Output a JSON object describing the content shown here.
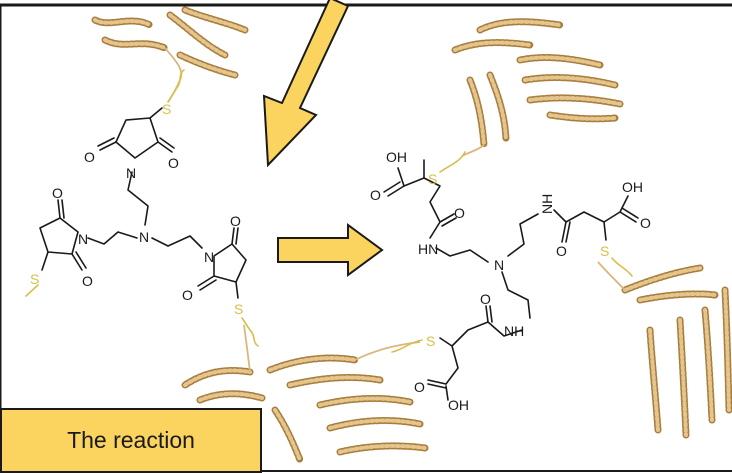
{
  "caption": "The reaction",
  "colors": {
    "frame": "#1a1a1a",
    "arrow_fill": "#fbd35f",
    "caption_bg": "#fbd35f",
    "protein": "#c79a5c",
    "sulfur": "#d8bf4a"
  },
  "atoms": {
    "oxygen": "O",
    "nitrogen": "N",
    "sulfur": "S",
    "hydroxyl": "OH",
    "amine": "HN",
    "amine_right": "NH",
    "amine_vertical": "NH"
  }
}
